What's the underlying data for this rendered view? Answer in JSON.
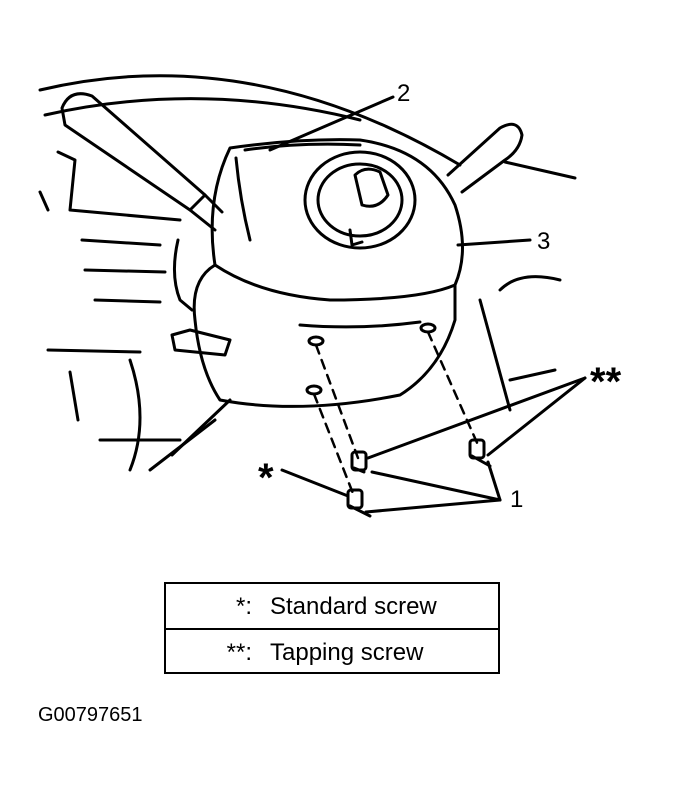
{
  "callouts": {
    "part1": "1",
    "part2": "2",
    "part3": "3",
    "standard_star": "*",
    "tapping_star": "**"
  },
  "legend": {
    "rows": [
      {
        "symbol": "*:",
        "label": "Standard screw"
      },
      {
        "symbol": "**:",
        "label": "Tapping screw"
      }
    ]
  },
  "figure_id": "G00797651"
}
